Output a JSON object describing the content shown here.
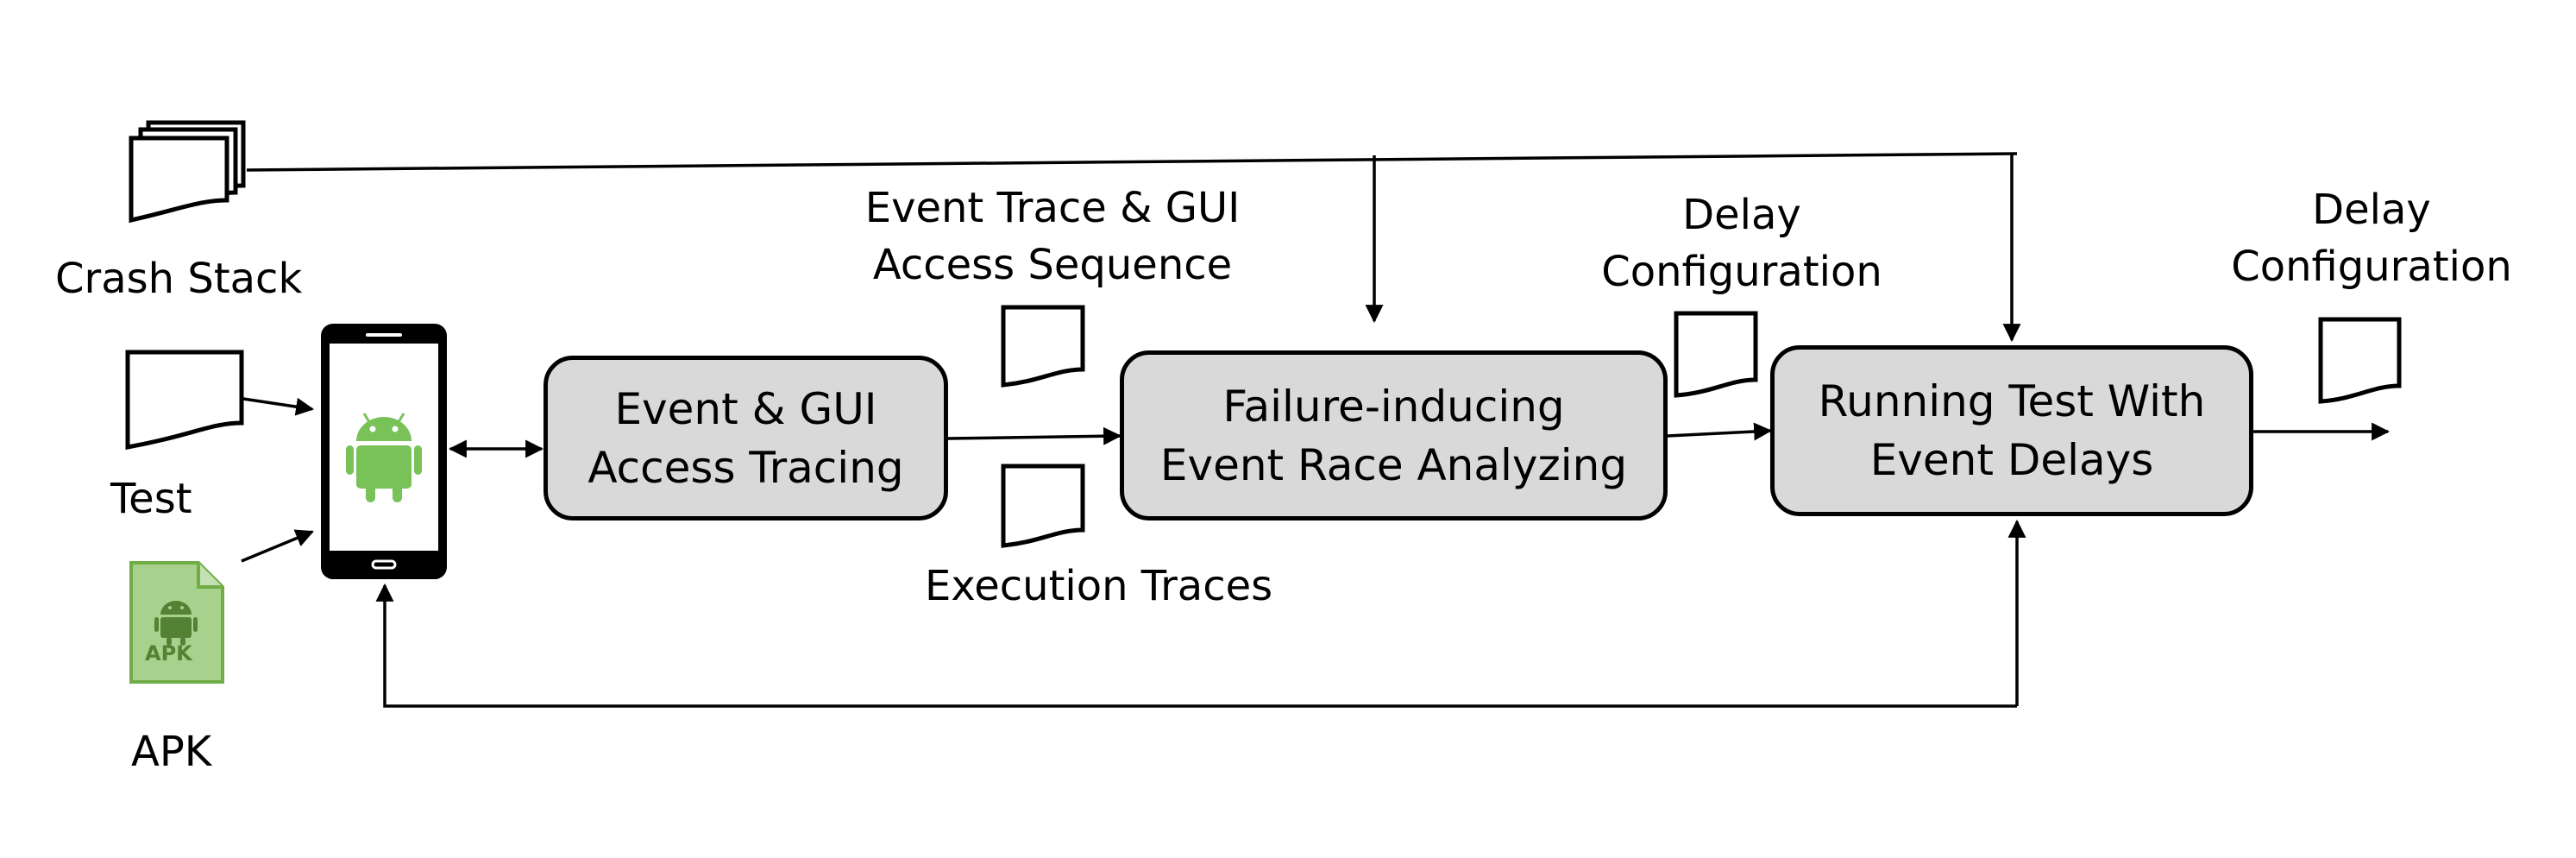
{
  "inputs": {
    "crash_stack": "Crash Stack",
    "test": "Test",
    "apk": "APK",
    "apk_badge": "APK"
  },
  "process_boxes": [
    {
      "line1": "Event & GUI",
      "line2": "Access Tracing"
    },
    {
      "line1": "Failure-inducing",
      "line2": "Event Race Analyzing"
    },
    {
      "line1": "Running Test With",
      "line2": "Event Delays"
    }
  ],
  "artifacts": {
    "trace_sequence_line1": "Event Trace & GUI",
    "trace_sequence_line2": "Access Sequence",
    "execution_traces": "Execution Traces",
    "delay_config_mid_line1": "Delay",
    "delay_config_mid_line2": "Configuration",
    "delay_config_out_line1": "Delay",
    "delay_config_out_line2": "Configuration"
  },
  "colors": {
    "box_fill": "#d9d9d9",
    "android_green": "#78c257",
    "apk_fill": "#a9d18e",
    "apk_dark": "#548235",
    "stroke": "#000000"
  }
}
